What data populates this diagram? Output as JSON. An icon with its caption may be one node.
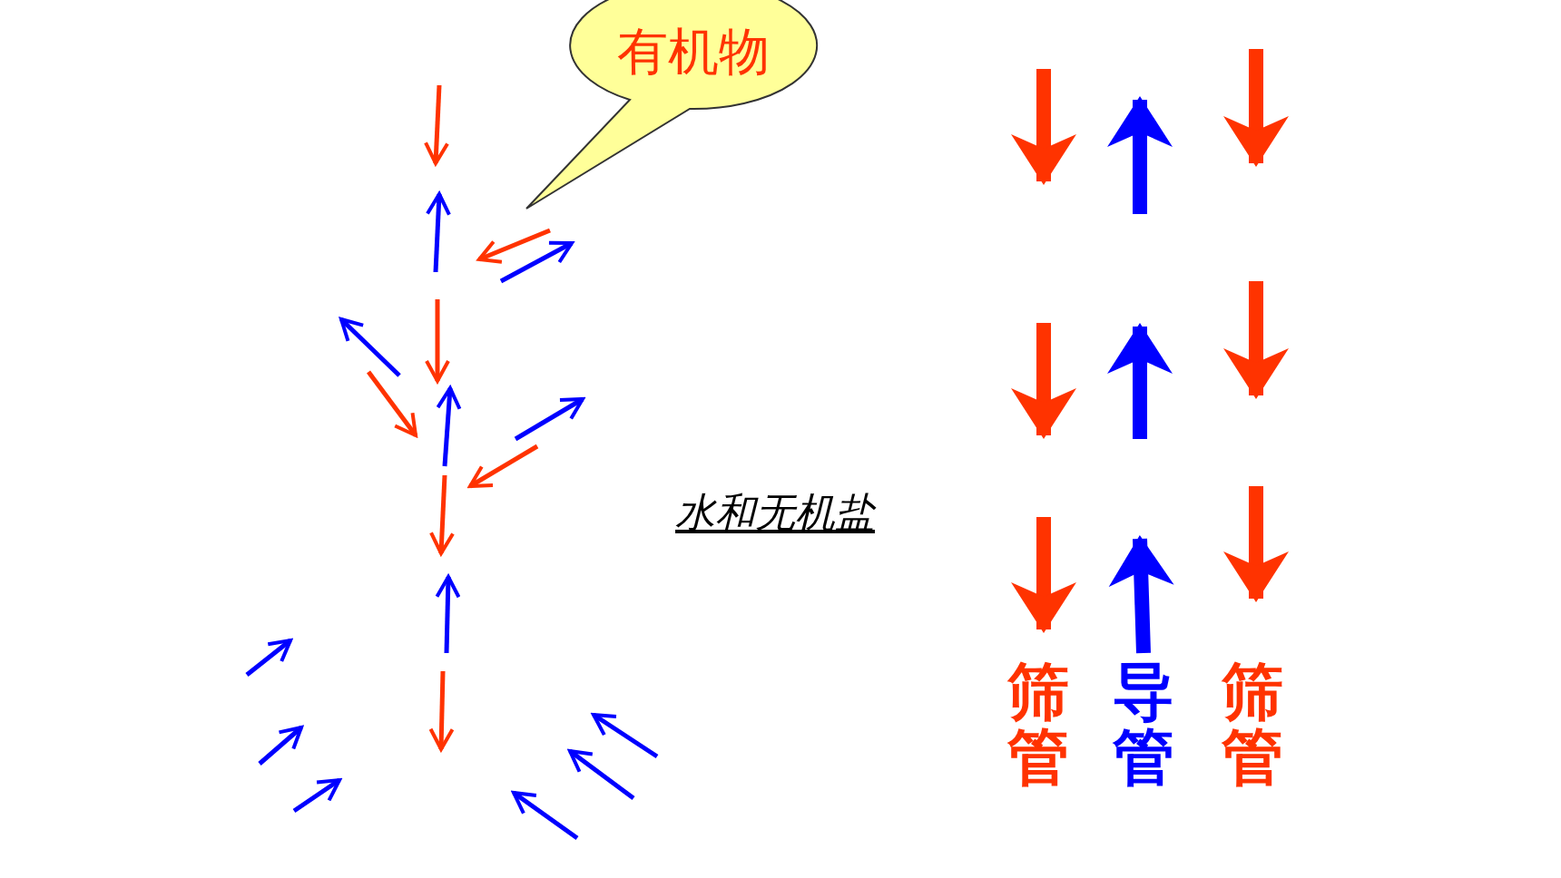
{
  "diagram": {
    "nodes": [
      {
        "text": [
          "有机物"
        ]
      }
    ],
    "labels": [
      "水和无机盐",
      "筛管",
      "导管",
      "筛管"
    ]
  }
}
